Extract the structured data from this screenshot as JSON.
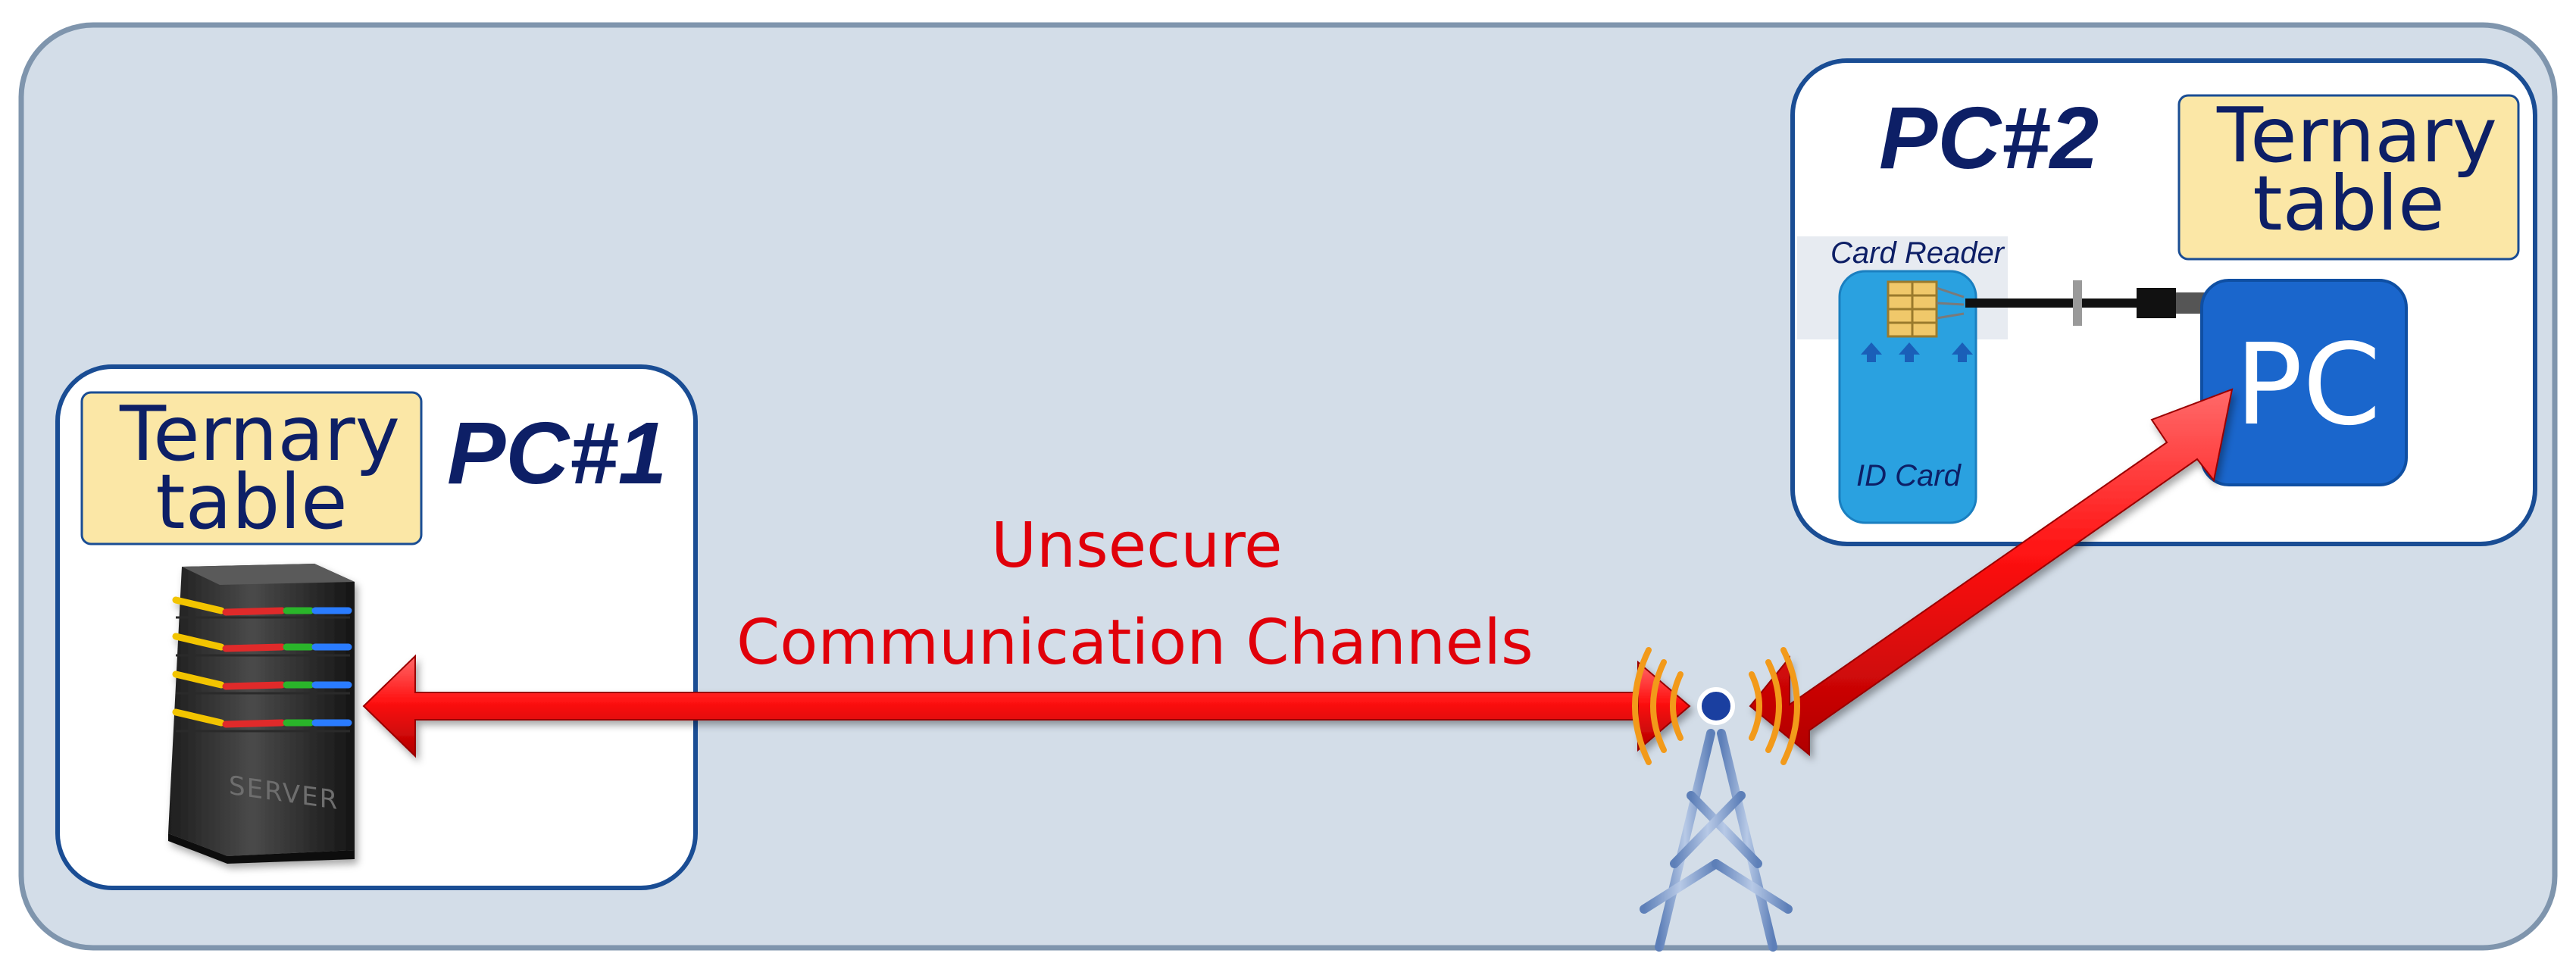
{
  "pc1": {
    "title": "PC#1",
    "table_label": "Ternary table",
    "server_label": "SERVER"
  },
  "pc2": {
    "title": "PC#2",
    "table_label": "Ternary table",
    "card_reader_label": "Card Reader",
    "id_card_label": "ID Card",
    "pc_label": "PC"
  },
  "channel": {
    "line1": "Unsecure",
    "line2": "Communication Channels"
  },
  "colors": {
    "background": "#d3dde8",
    "frame_border": "#7f95ad",
    "box_border": "#1a4d94",
    "table_fill": "#fbe7a6",
    "title_text": "#0d1f66",
    "channel_text": "#e0000a",
    "arrow": "#ee1111",
    "pc_fill": "#1a66cc",
    "id_card_fill": "#2aa1e0"
  },
  "icons": [
    "server-icon",
    "antenna-tower-icon",
    "card-reader-icon",
    "id-card-icon",
    "usb-cable-icon"
  ]
}
